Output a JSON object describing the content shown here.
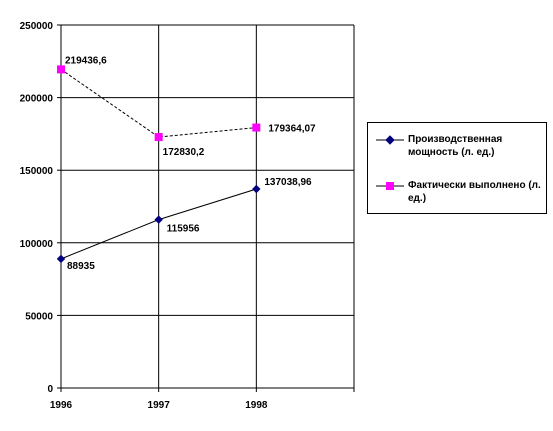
{
  "chart_data": {
    "type": "line",
    "x": [
      "1996",
      "1997",
      "1998",
      ""
    ],
    "ylim": [
      0,
      250000
    ],
    "yticks": [
      "0",
      "50000",
      "100000",
      "150000",
      "200000",
      "250000"
    ],
    "grid": true,
    "legend_position": "right",
    "series": [
      {
        "name": "Производственная мощность (л. ед.)",
        "values": [
          88935,
          115956,
          137038.96
        ],
        "labels": [
          "88935",
          "115956",
          "137038,96"
        ],
        "color": "#000080",
        "marker": "diamond"
      },
      {
        "name": "Фактически выполнено (л. ед.)",
        "values": [
          219436.6,
          172830.2,
          179364.07
        ],
        "labels": [
          "219436,6",
          "172830,2",
          "179364,07"
        ],
        "color": "#ff00ff",
        "marker": "square"
      }
    ]
  }
}
